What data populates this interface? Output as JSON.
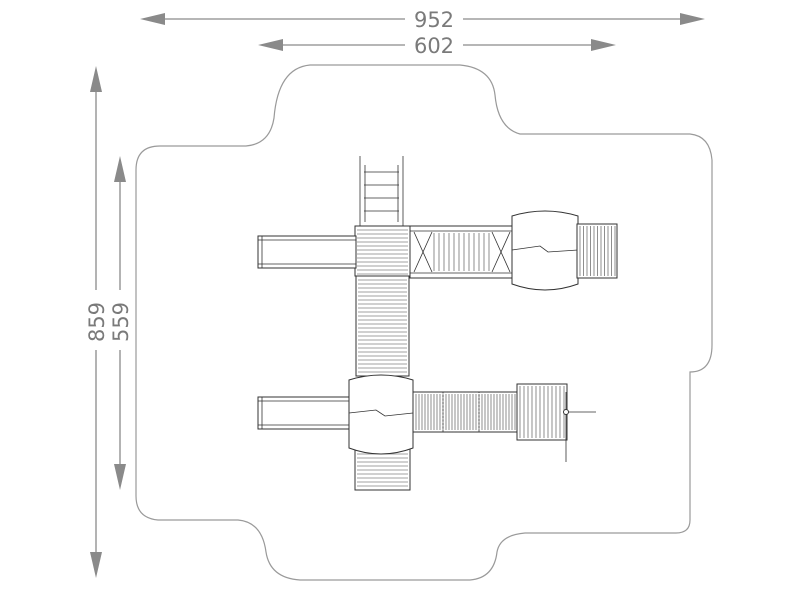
{
  "dimensions": {
    "total_width": "952",
    "equipment_width": "602",
    "total_depth": "859",
    "equipment_depth": "559"
  },
  "colors": {
    "dimension": "#8a8a8a",
    "zone": "#9a9a9a",
    "equipment": "#333333"
  }
}
